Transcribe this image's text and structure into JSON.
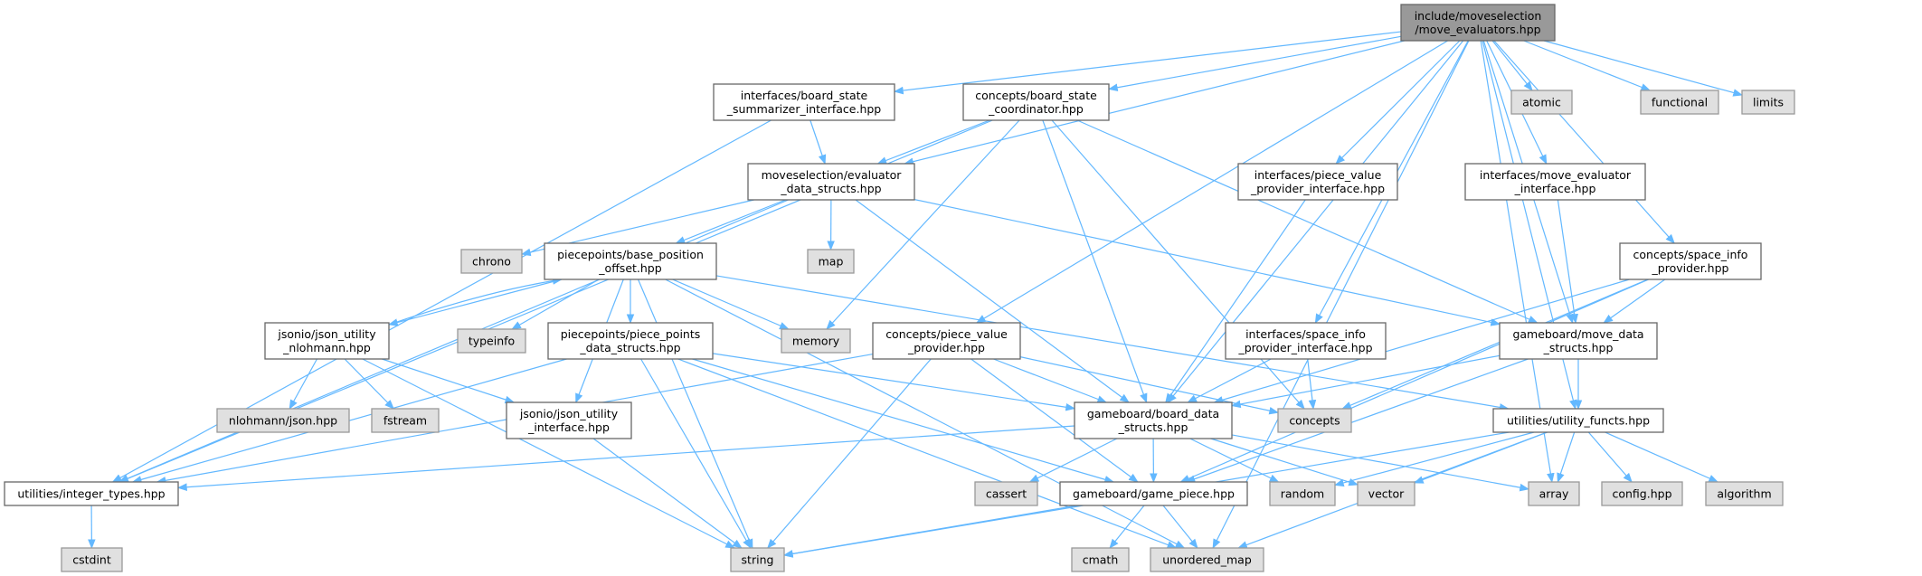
{
  "colors": {
    "edge": "#63b8ff",
    "root_fill": "#999999",
    "external_fill": "#e0e0e0",
    "internal_fill": "#ffffff"
  },
  "nodes": [
    {
      "id": "root",
      "kind": "root",
      "lines": [
        "include/moveselection",
        "/move_evaluators.hpp"
      ]
    },
    {
      "id": "bssi",
      "kind": "internal",
      "lines": [
        "interfaces/board_state",
        "_summarizer_interface.hpp"
      ]
    },
    {
      "id": "bsc",
      "kind": "internal",
      "lines": [
        "concepts/board_state",
        "_coordinator.hpp"
      ]
    },
    {
      "id": "atomic",
      "kind": "external",
      "lines": [
        "atomic"
      ]
    },
    {
      "id": "functional",
      "kind": "external",
      "lines": [
        "functional"
      ]
    },
    {
      "id": "limits",
      "kind": "external",
      "lines": [
        "limits"
      ]
    },
    {
      "id": "med",
      "kind": "internal",
      "lines": [
        "moveselection/evaluator",
        "_data_structs.hpp"
      ]
    },
    {
      "id": "pvpi",
      "kind": "internal",
      "lines": [
        "interfaces/piece_value",
        "_provider_interface.hpp"
      ]
    },
    {
      "id": "mei",
      "kind": "internal",
      "lines": [
        "interfaces/move_evaluator",
        "_interface.hpp"
      ]
    },
    {
      "id": "chrono",
      "kind": "external",
      "lines": [
        "chrono"
      ]
    },
    {
      "id": "bpo",
      "kind": "internal",
      "lines": [
        "piecepoints/base_position",
        "_offset.hpp"
      ]
    },
    {
      "id": "map",
      "kind": "external",
      "lines": [
        "map"
      ]
    },
    {
      "id": "sip",
      "kind": "internal",
      "lines": [
        "concepts/space_info",
        "_provider.hpp"
      ]
    },
    {
      "id": "jun",
      "kind": "internal",
      "lines": [
        "jsonio/json_utility",
        "_nlohmann.hpp"
      ]
    },
    {
      "id": "typeinfo",
      "kind": "external",
      "lines": [
        "typeinfo"
      ]
    },
    {
      "id": "ppds",
      "kind": "internal",
      "lines": [
        "piecepoints/piece_points",
        "_data_structs.hpp"
      ]
    },
    {
      "id": "memory",
      "kind": "external",
      "lines": [
        "memory"
      ]
    },
    {
      "id": "cpvp",
      "kind": "internal",
      "lines": [
        "concepts/piece_value",
        "_provider.hpp"
      ]
    },
    {
      "id": "sipi",
      "kind": "internal",
      "lines": [
        "interfaces/space_info",
        "_provider_interface.hpp"
      ]
    },
    {
      "id": "mds",
      "kind": "internal",
      "lines": [
        "gameboard/move_data",
        "_structs.hpp"
      ]
    },
    {
      "id": "nlohmann",
      "kind": "external",
      "lines": [
        "nlohmann/json.hpp"
      ]
    },
    {
      "id": "fstream",
      "kind": "external",
      "lines": [
        "fstream"
      ]
    },
    {
      "id": "jui",
      "kind": "internal",
      "lines": [
        "jsonio/json_utility",
        "_interface.hpp"
      ]
    },
    {
      "id": "bds",
      "kind": "internal",
      "lines": [
        "gameboard/board_data",
        "_structs.hpp"
      ]
    },
    {
      "id": "concepts",
      "kind": "external",
      "lines": [
        "concepts"
      ]
    },
    {
      "id": "uf",
      "kind": "internal",
      "lines": [
        "utilities/utility_functs.hpp"
      ]
    },
    {
      "id": "intt",
      "kind": "internal",
      "lines": [
        "utilities/integer_types.hpp"
      ]
    },
    {
      "id": "cassert",
      "kind": "external",
      "lines": [
        "cassert"
      ]
    },
    {
      "id": "gp",
      "kind": "internal",
      "lines": [
        "gameboard/game_piece.hpp"
      ]
    },
    {
      "id": "random",
      "kind": "external",
      "lines": [
        "random"
      ]
    },
    {
      "id": "vector",
      "kind": "external",
      "lines": [
        "vector"
      ]
    },
    {
      "id": "array",
      "kind": "external",
      "lines": [
        "array"
      ]
    },
    {
      "id": "config",
      "kind": "external",
      "lines": [
        "config.hpp"
      ]
    },
    {
      "id": "algorithm",
      "kind": "external",
      "lines": [
        "algorithm"
      ]
    },
    {
      "id": "cstdint",
      "kind": "external",
      "lines": [
        "cstdint"
      ]
    },
    {
      "id": "string",
      "kind": "external",
      "lines": [
        "string"
      ]
    },
    {
      "id": "cmath",
      "kind": "external",
      "lines": [
        "cmath"
      ]
    },
    {
      "id": "umap",
      "kind": "external",
      "lines": [
        "unordered_map"
      ]
    }
  ],
  "edges": [
    [
      "root",
      "bssi"
    ],
    [
      "root",
      "bsc"
    ],
    [
      "root",
      "med"
    ],
    [
      "root",
      "atomic"
    ],
    [
      "root",
      "functional"
    ],
    [
      "root",
      "limits"
    ],
    [
      "root",
      "pvpi"
    ],
    [
      "root",
      "mei"
    ],
    [
      "root",
      "sip"
    ],
    [
      "root",
      "cpvp"
    ],
    [
      "root",
      "sipi"
    ],
    [
      "root",
      "bds"
    ],
    [
      "root",
      "mds"
    ],
    [
      "root",
      "uf"
    ],
    [
      "root",
      "array"
    ],
    [
      "root",
      "umap"
    ],
    [
      "bssi",
      "med"
    ],
    [
      "bssi",
      "intt"
    ],
    [
      "bsc",
      "med"
    ],
    [
      "bsc",
      "intt"
    ],
    [
      "bsc",
      "memory"
    ],
    [
      "bsc",
      "bds"
    ],
    [
      "bsc",
      "concepts"
    ],
    [
      "bsc",
      "mds"
    ],
    [
      "med",
      "chrono"
    ],
    [
      "med",
      "bpo"
    ],
    [
      "med",
      "map"
    ],
    [
      "med",
      "bds"
    ],
    [
      "med",
      "mds"
    ],
    [
      "med",
      "intt"
    ],
    [
      "bpo",
      "jun"
    ],
    [
      "bpo",
      "typeinfo"
    ],
    [
      "bpo",
      "ppds"
    ],
    [
      "bpo",
      "memory"
    ],
    [
      "bpo",
      "jui"
    ],
    [
      "bpo",
      "string"
    ],
    [
      "bpo",
      "uf"
    ],
    [
      "bpo",
      "umap"
    ],
    [
      "jun",
      "bpo"
    ],
    [
      "jun",
      "nlohmann"
    ],
    [
      "jun",
      "fstream"
    ],
    [
      "jun",
      "jui"
    ],
    [
      "jun",
      "string"
    ],
    [
      "jui",
      "string"
    ],
    [
      "ppds",
      "bds"
    ],
    [
      "ppds",
      "gp"
    ],
    [
      "ppds",
      "string"
    ],
    [
      "ppds",
      "intt"
    ],
    [
      "ppds",
      "umap"
    ],
    [
      "cpvp",
      "bds"
    ],
    [
      "cpvp",
      "gp"
    ],
    [
      "cpvp",
      "concepts"
    ],
    [
      "cpvp",
      "string"
    ],
    [
      "cpvp",
      "intt"
    ],
    [
      "pvpi",
      "bds"
    ],
    [
      "mei",
      "mds"
    ],
    [
      "sip",
      "mds"
    ],
    [
      "sip",
      "bds"
    ],
    [
      "sip",
      "concepts"
    ],
    [
      "sip",
      "gp"
    ],
    [
      "sipi",
      "bds"
    ],
    [
      "sipi",
      "concepts"
    ],
    [
      "mds",
      "bds"
    ],
    [
      "mds",
      "uf"
    ],
    [
      "mds",
      "gp"
    ],
    [
      "bds",
      "intt"
    ],
    [
      "bds",
      "cassert"
    ],
    [
      "bds",
      "gp"
    ],
    [
      "bds",
      "random"
    ],
    [
      "bds",
      "vector"
    ],
    [
      "bds",
      "array"
    ],
    [
      "uf",
      "random"
    ],
    [
      "uf",
      "vector"
    ],
    [
      "uf",
      "array"
    ],
    [
      "uf",
      "config"
    ],
    [
      "uf",
      "algorithm"
    ],
    [
      "uf",
      "string"
    ],
    [
      "uf",
      "umap"
    ],
    [
      "gp",
      "string"
    ],
    [
      "gp",
      "cmath"
    ],
    [
      "gp",
      "umap"
    ],
    [
      "intt",
      "cstdint"
    ]
  ]
}
